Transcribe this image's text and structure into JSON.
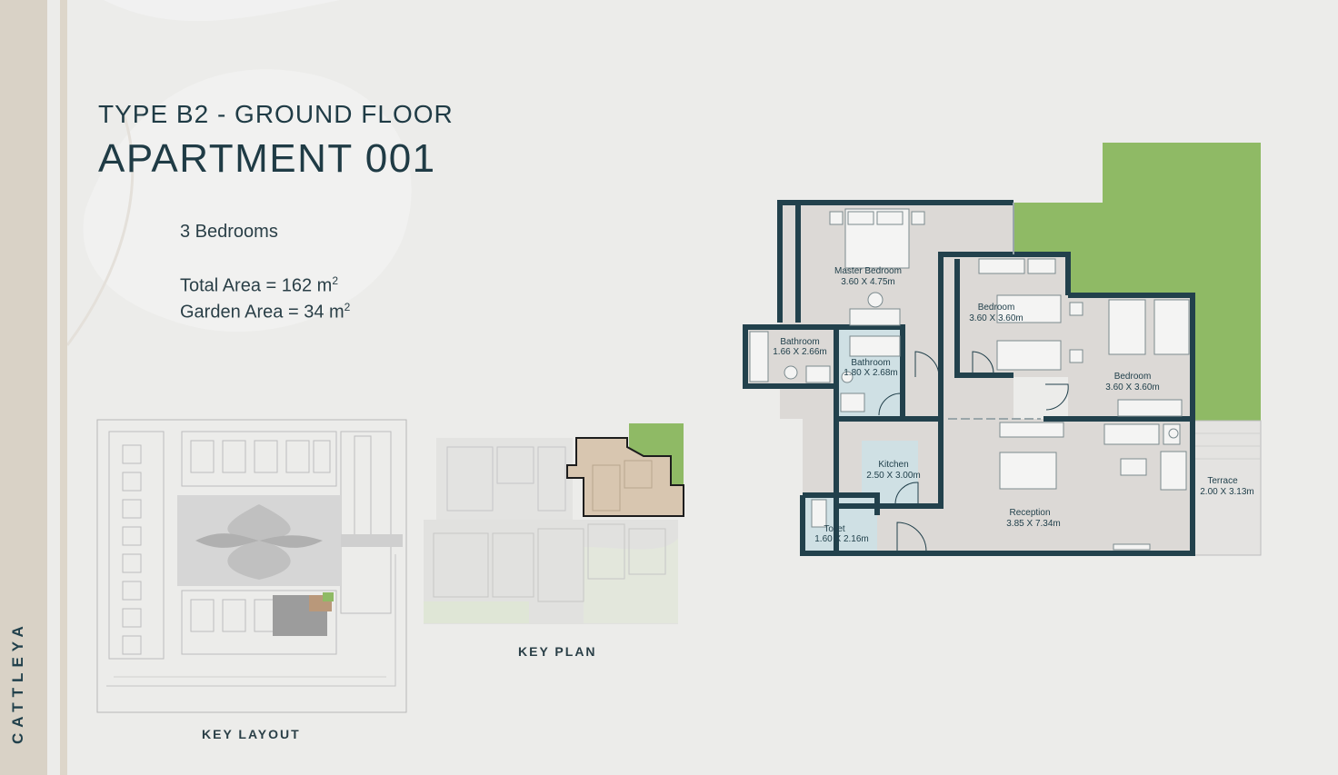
{
  "brand": "CATTLEYA",
  "header": {
    "subtitle": "TYPE B2 - GROUND FLOOR",
    "title": "APARTMENT 001"
  },
  "specs": {
    "bedrooms": "3 Bedrooms",
    "total_area_label": "Total Area = 162 m",
    "total_area_sup": "2",
    "garden_area_label": "Garden Area = 34 m",
    "garden_area_sup": "2"
  },
  "key_layout_caption": "KEY   LAYOUT",
  "key_plan_caption": "KEY   PLAN",
  "rooms": {
    "master_bedroom": {
      "name": "Master Bedroom",
      "size": "3.60 X 4.75m"
    },
    "bedroom_2": {
      "name": "Bedroom",
      "size": "3.60 X 3.60m"
    },
    "bedroom_3": {
      "name": "Bedroom",
      "size": "3.60 X 3.60m"
    },
    "bathroom_1": {
      "name": "Bathroom",
      "size": "1.66 X 2.66m"
    },
    "bathroom_2": {
      "name": "Bathroom",
      "size": "1.80 X 2.68m"
    },
    "kitchen": {
      "name": "Kitchen",
      "size": "2.50 X 3.00m"
    },
    "toilet": {
      "name": "Toilet",
      "size": "1.60 X 2.16m"
    },
    "reception": {
      "name": "Reception",
      "size": "3.85 X 7.34m"
    },
    "terrace": {
      "name": "Terrace",
      "size": "2.00 X 3.13m"
    }
  },
  "colors": {
    "wall": "#22414c",
    "floor": "#dcd9d6",
    "wet_area": "#cfe0e4",
    "garden": "#8fba65",
    "highlight_unit": "#d8c6b0"
  }
}
